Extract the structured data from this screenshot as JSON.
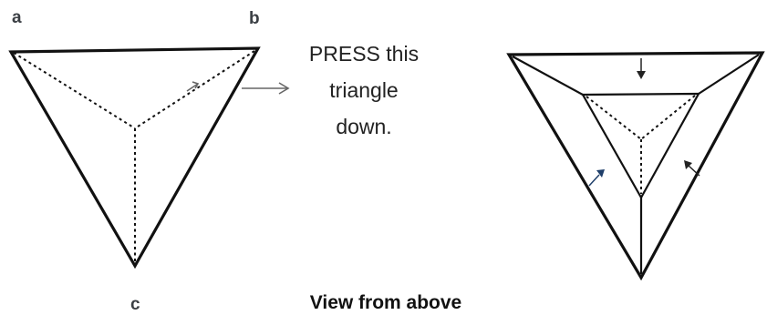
{
  "labels": {
    "a": "a",
    "b": "b",
    "c": "c"
  },
  "instruction": {
    "line1": "PRESS this",
    "line2": "triangle",
    "line3": "down."
  },
  "caption": "View from above"
}
